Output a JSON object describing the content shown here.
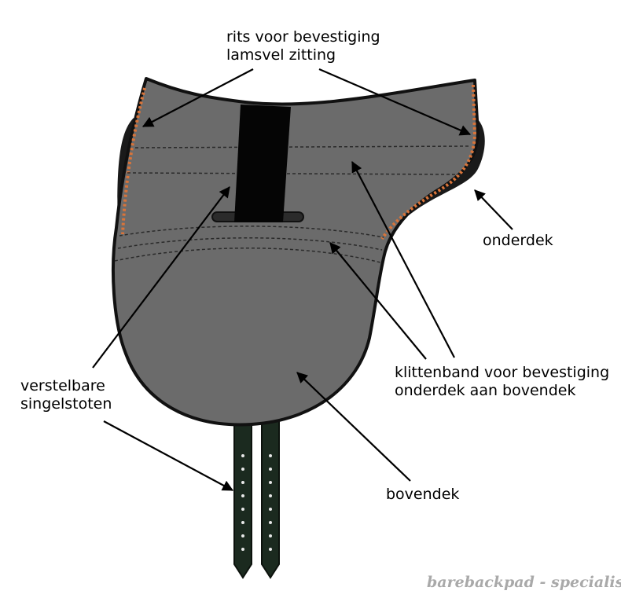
{
  "labels": {
    "zipper_line1": "rits voor bevestiging",
    "zipper_line2": "lamsvel zitting",
    "underpad": "onderdek",
    "velcro_line1": "klittenband voor bevestiging",
    "velcro_line2": "onderdek aan bovendek",
    "girth_line1": "verstelbare",
    "girth_line2": "singelstoten",
    "toppad": "bovendek"
  },
  "watermark": "barebackpad - specialist",
  "colors": {
    "pad_fill": "#6b6b6b",
    "outline": "#111111",
    "zipper": "#d9743a",
    "strap": "#1b2a1f",
    "stitch": "#2a2a2a",
    "watermark": "#a9a9a9"
  }
}
